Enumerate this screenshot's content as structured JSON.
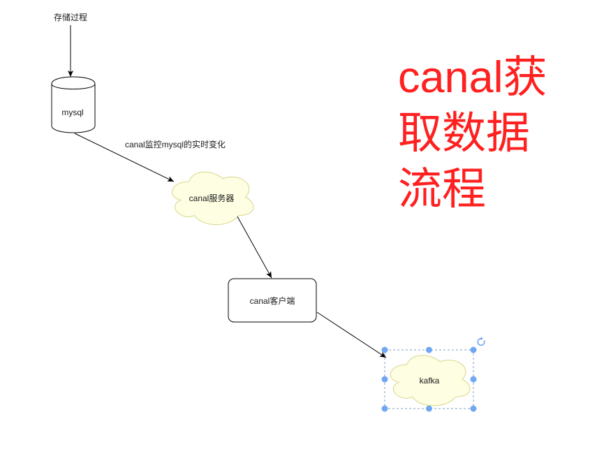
{
  "diagram": {
    "stored_procedure": {
      "label": "存储过程"
    },
    "mysql": {
      "label": "mysql"
    },
    "edge_mysql_to_server": {
      "label": "canal监控mysql的实时变化"
    },
    "canal_server": {
      "label": "canal服务器"
    },
    "canal_client": {
      "label": "canal客户端"
    },
    "kafka": {
      "label": "kafka",
      "selected": true
    }
  },
  "title": {
    "lines": [
      "canal获",
      "取数据",
      "流程"
    ]
  },
  "colors": {
    "title": "#ff2020",
    "stroke": "#000000",
    "label": "#1a1a1a",
    "shape_fill": "#ffffff",
    "cloud_fill": "#fefee2",
    "cloud_stroke": "#d6d68c",
    "selection_box": "#7f9dc6",
    "selection_handle": "#70a7f3"
  },
  "icons": {
    "rotate_handle": "rotate-cw-icon",
    "arrowhead": "arrowhead-icon"
  }
}
